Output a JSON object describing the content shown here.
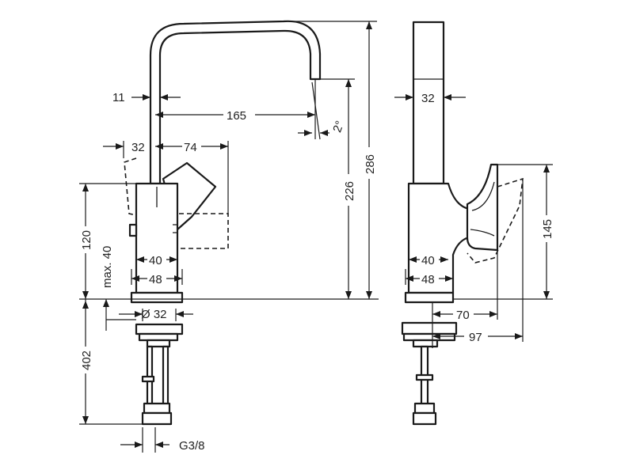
{
  "drawing": {
    "front_view": {
      "dim_outlet_thickness": "11",
      "dim_reach": "165",
      "dim_spout_angle": "2°",
      "dim_body_width_top": "32",
      "dim_lever_swing": "74",
      "dim_spout_height": "226",
      "dim_total_height": "286",
      "dim_body_height": "120",
      "dim_max_deck": "max. 40",
      "dim_inner_base": "40",
      "dim_outer_base": "48",
      "dim_hole_diameter": "Ø 32",
      "dim_below_deck": "402",
      "dim_connection": "G3/8"
    },
    "side_view": {
      "dim_body_width": "32",
      "dim_handle_height": "145",
      "dim_inner_base": "40",
      "dim_outer_base": "48",
      "dim_handle_reach": "70",
      "dim_handle_reach_open": "97"
    }
  }
}
